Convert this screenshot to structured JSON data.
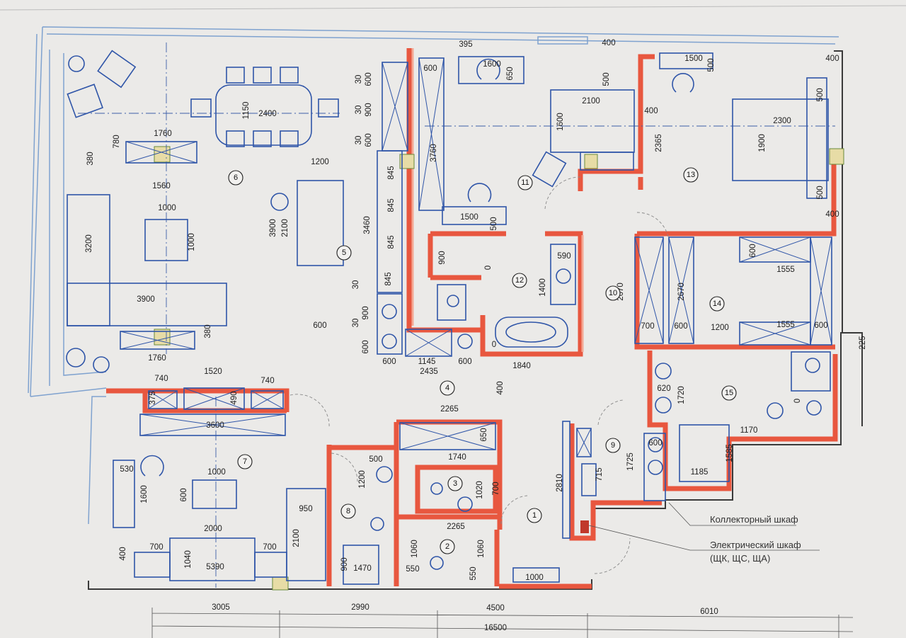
{
  "rooms": [
    "1",
    "2",
    "3",
    "4",
    "5",
    "6",
    "7",
    "8",
    "9",
    "10",
    "11",
    "12",
    "13",
    "14",
    "15"
  ],
  "dims": [
    "395",
    "400",
    "1500",
    "500",
    "400",
    "600",
    "1600",
    "650",
    "500",
    "2100",
    "1600",
    "400",
    "2365",
    "2300",
    "1900",
    "500",
    "500",
    "400",
    "3760",
    "1500",
    "500",
    "2400",
    "1150",
    "1760",
    "780",
    "380",
    "1560",
    "1200",
    "3900",
    "2100",
    "1000",
    "1000",
    "3200",
    "3900",
    "380",
    "1760",
    "600",
    "845",
    "845",
    "845",
    "845",
    "3460",
    "30",
    "600",
    "30",
    "900",
    "30",
    "600",
    "30",
    "900",
    "30",
    "600",
    "900",
    "590",
    "1400",
    "1840",
    "600",
    "1145",
    "600",
    "2435",
    "400",
    "2670",
    "2670",
    "600",
    "1555",
    "1200",
    "700",
    "600",
    "1555",
    "600",
    "225",
    "620",
    "1720",
    "1170",
    "1585",
    "1185",
    "600",
    "1725",
    "715",
    "2810",
    "740",
    "1520",
    "740",
    "375",
    "490",
    "3600",
    "2265",
    "650",
    "1740",
    "500",
    "1200",
    "1020",
    "700",
    "2265",
    "1060",
    "1060",
    "550",
    "550",
    "900",
    "1470",
    "1000",
    "950",
    "2100",
    "530",
    "1000",
    "1600",
    "600",
    "2000",
    "700",
    "700",
    "1040",
    "5390",
    "400",
    "0",
    "0",
    "0"
  ],
  "overall_dims": [
    "3005",
    "2990",
    "4500",
    "6010",
    "16500"
  ],
  "legend": {
    "collector": "Коллекторный шкаф",
    "electric": "Электрический шкаф",
    "electric_sub": "(ЩК, ЩС, ЩА)"
  },
  "colors": {
    "wall": "#e8573f",
    "furniture": "#2f55a8",
    "paper": "#e9e8e6"
  }
}
